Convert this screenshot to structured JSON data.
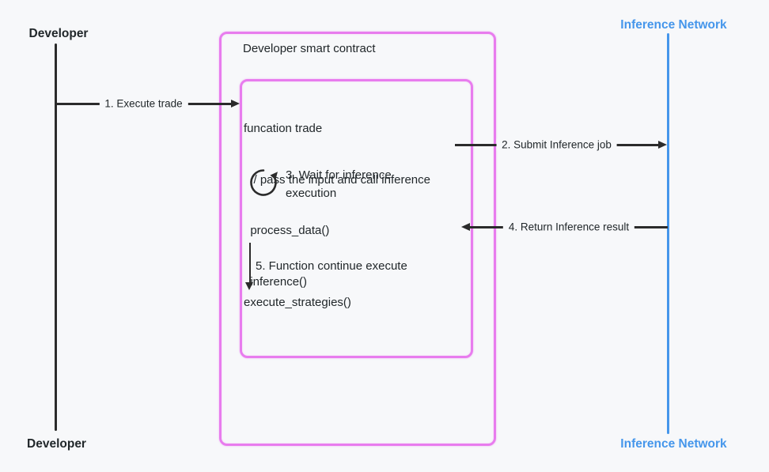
{
  "colors": {
    "background": "#f7f8fa",
    "pink_border": "#e87cee",
    "blue_accent": "#4596eb",
    "line_black": "#2b2b2b",
    "text": "#21272a"
  },
  "actors": {
    "developer": {
      "top": "Developer",
      "bottom": "Developer"
    },
    "inference": {
      "top": "Inference Network",
      "bottom": "Inference Network"
    }
  },
  "contract": {
    "title": "Developer smart contract"
  },
  "code": {
    "lines": [
      "funcation trade",
      "  // pass the input and call inference",
      "  process_data()",
      "  inference()"
    ],
    "final_call": "execute_strategies()"
  },
  "steps": {
    "execute_trade": "1. Execute trade",
    "submit_job": "2. Submit Inference job",
    "wait": "3. Wait for inference execution",
    "return_result": "4. Return Inference result",
    "continue": "5. Function continue execute"
  },
  "icons": {
    "wait_spinner": "circular-refresh-arrow",
    "flow_arrow": "down-arrow"
  }
}
